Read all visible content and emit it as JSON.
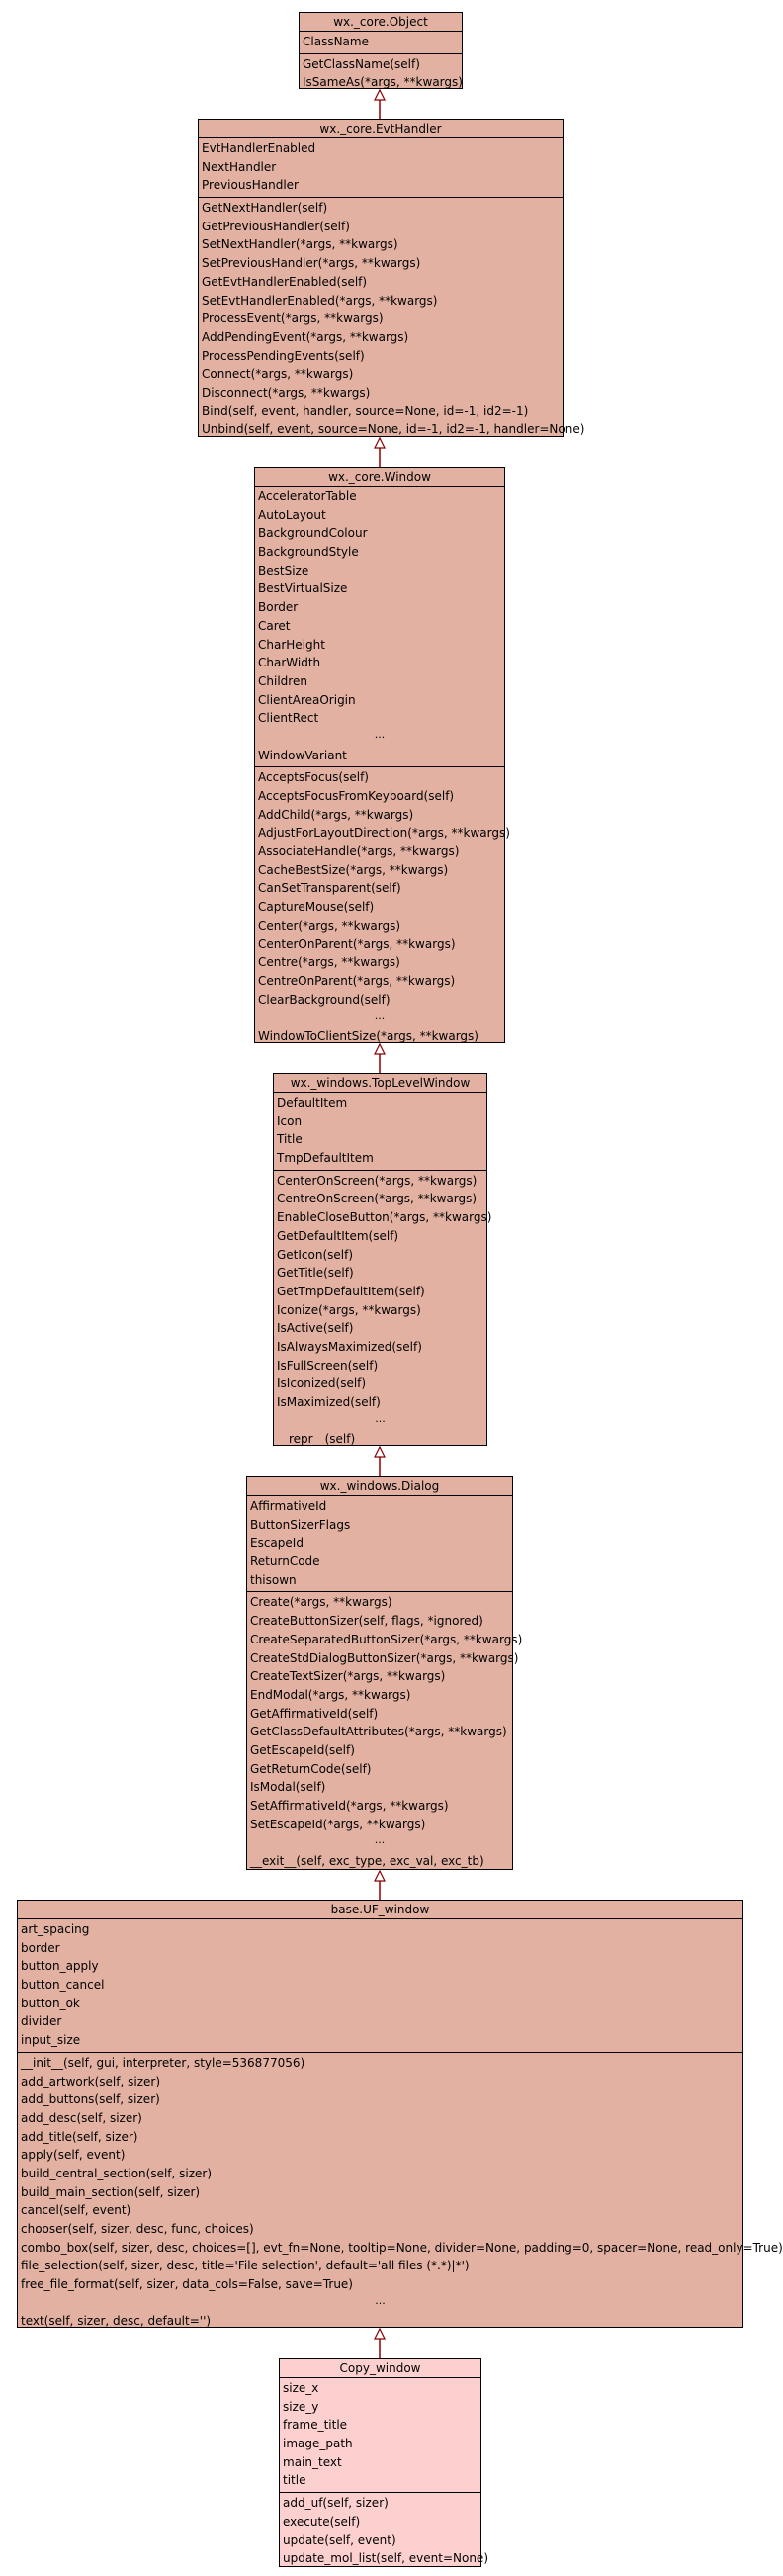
{
  "classes": [
    {
      "name": "wx._core.Object",
      "attrs": [
        "ClassName"
      ],
      "methods": [
        "GetClassName(self)",
        "IsSameAs(*args, **kwargs)"
      ]
    },
    {
      "name": "wx._core.EvtHandler",
      "attrs": [
        "EvtHandlerEnabled",
        "NextHandler",
        "PreviousHandler"
      ],
      "methods": [
        "GetNextHandler(self)",
        "GetPreviousHandler(self)",
        "SetNextHandler(*args, **kwargs)",
        "SetPreviousHandler(*args, **kwargs)",
        "GetEvtHandlerEnabled(self)",
        "SetEvtHandlerEnabled(*args, **kwargs)",
        "ProcessEvent(*args, **kwargs)",
        "AddPendingEvent(*args, **kwargs)",
        "ProcessPendingEvents(self)",
        "Connect(*args, **kwargs)",
        "Disconnect(*args, **kwargs)",
        "Bind(self, event, handler, source=None, id=-1, id2=-1)",
        "Unbind(self, event, source=None, id=-1, id2=-1, handler=None)"
      ]
    },
    {
      "name": "wx._core.Window",
      "attrs": [
        "AcceleratorTable",
        "AutoLayout",
        "BackgroundColour",
        "BackgroundStyle",
        "BestSize",
        "BestVirtualSize",
        "Border",
        "Caret",
        "CharHeight",
        "CharWidth",
        "Children",
        "ClientAreaOrigin",
        "ClientRect",
        "...",
        "WindowVariant"
      ],
      "methods": [
        "AcceptsFocus(self)",
        "AcceptsFocusFromKeyboard(self)",
        "AddChild(*args, **kwargs)",
        "AdjustForLayoutDirection(*args, **kwargs)",
        "AssociateHandle(*args, **kwargs)",
        "CacheBestSize(*args, **kwargs)",
        "CanSetTransparent(self)",
        "CaptureMouse(self)",
        "Center(*args, **kwargs)",
        "CenterOnParent(*args, **kwargs)",
        "Centre(*args, **kwargs)",
        "CentreOnParent(*args, **kwargs)",
        "ClearBackground(self)",
        "...",
        "WindowToClientSize(*args, **kwargs)"
      ]
    },
    {
      "name": "wx._windows.TopLevelWindow",
      "attrs": [
        "DefaultItem",
        "Icon",
        "Title",
        "TmpDefaultItem"
      ],
      "methods": [
        "CenterOnScreen(*args, **kwargs)",
        "CentreOnScreen(*args, **kwargs)",
        "EnableCloseButton(*args, **kwargs)",
        "GetDefaultItem(self)",
        "GetIcon(self)",
        "GetTitle(self)",
        "GetTmpDefaultItem(self)",
        "Iconize(*args, **kwargs)",
        "IsActive(self)",
        "IsAlwaysMaximized(self)",
        "IsFullScreen(self)",
        "IsIconized(self)",
        "IsMaximized(self)",
        "...",
        "__repr__(self)"
      ]
    },
    {
      "name": "wx._windows.Dialog",
      "attrs": [
        "AffirmativeId",
        "ButtonSizerFlags",
        "EscapeId",
        "ReturnCode",
        "thisown"
      ],
      "methods": [
        "Create(*args, **kwargs)",
        "CreateButtonSizer(self, flags, *ignored)",
        "CreateSeparatedButtonSizer(*args, **kwargs)",
        "CreateStdDialogButtonSizer(*args, **kwargs)",
        "CreateTextSizer(*args, **kwargs)",
        "EndModal(*args, **kwargs)",
        "GetAffirmativeId(self)",
        "GetClassDefaultAttributes(*args, **kwargs)",
        "GetEscapeId(self)",
        "GetReturnCode(self)",
        "IsModal(self)",
        "SetAffirmativeId(*args, **kwargs)",
        "SetEscapeId(*args, **kwargs)",
        "...",
        "__exit__(self, exc_type, exc_val, exc_tb)"
      ]
    },
    {
      "name": "base.UF_window",
      "attrs": [
        "art_spacing",
        "border",
        "button_apply",
        "button_cancel",
        "button_ok",
        "divider",
        "input_size"
      ],
      "methods": [
        "__init__(self, gui, interpreter, style=536877056)",
        "add_artwork(self, sizer)",
        "add_buttons(self, sizer)",
        "add_desc(self, sizer)",
        "add_title(self, sizer)",
        "apply(self, event)",
        "build_central_section(self, sizer)",
        "build_main_section(self, sizer)",
        "cancel(self, event)",
        "chooser(self, sizer, desc, func, choices)",
        "combo_box(self, sizer, desc, choices=[], evt_fn=None, tooltip=None, divider=None, padding=0, spacer=None, read_only=True)",
        "file_selection(self, sizer, desc, title='File selection', default='all files (*.*)|*')",
        "free_file_format(self, sizer, data_cols=False, save=True)",
        "...",
        "text(self, sizer, desc, default='')"
      ]
    },
    {
      "name": "Copy_window",
      "attrs": [
        "size_x",
        "size_y",
        "frame_title",
        "image_path",
        "main_text",
        "title"
      ],
      "methods": [
        "add_uf(self, sizer)",
        "execute(self)",
        "update(self, event)",
        "update_mol_list(self, event=None)"
      ]
    }
  ]
}
